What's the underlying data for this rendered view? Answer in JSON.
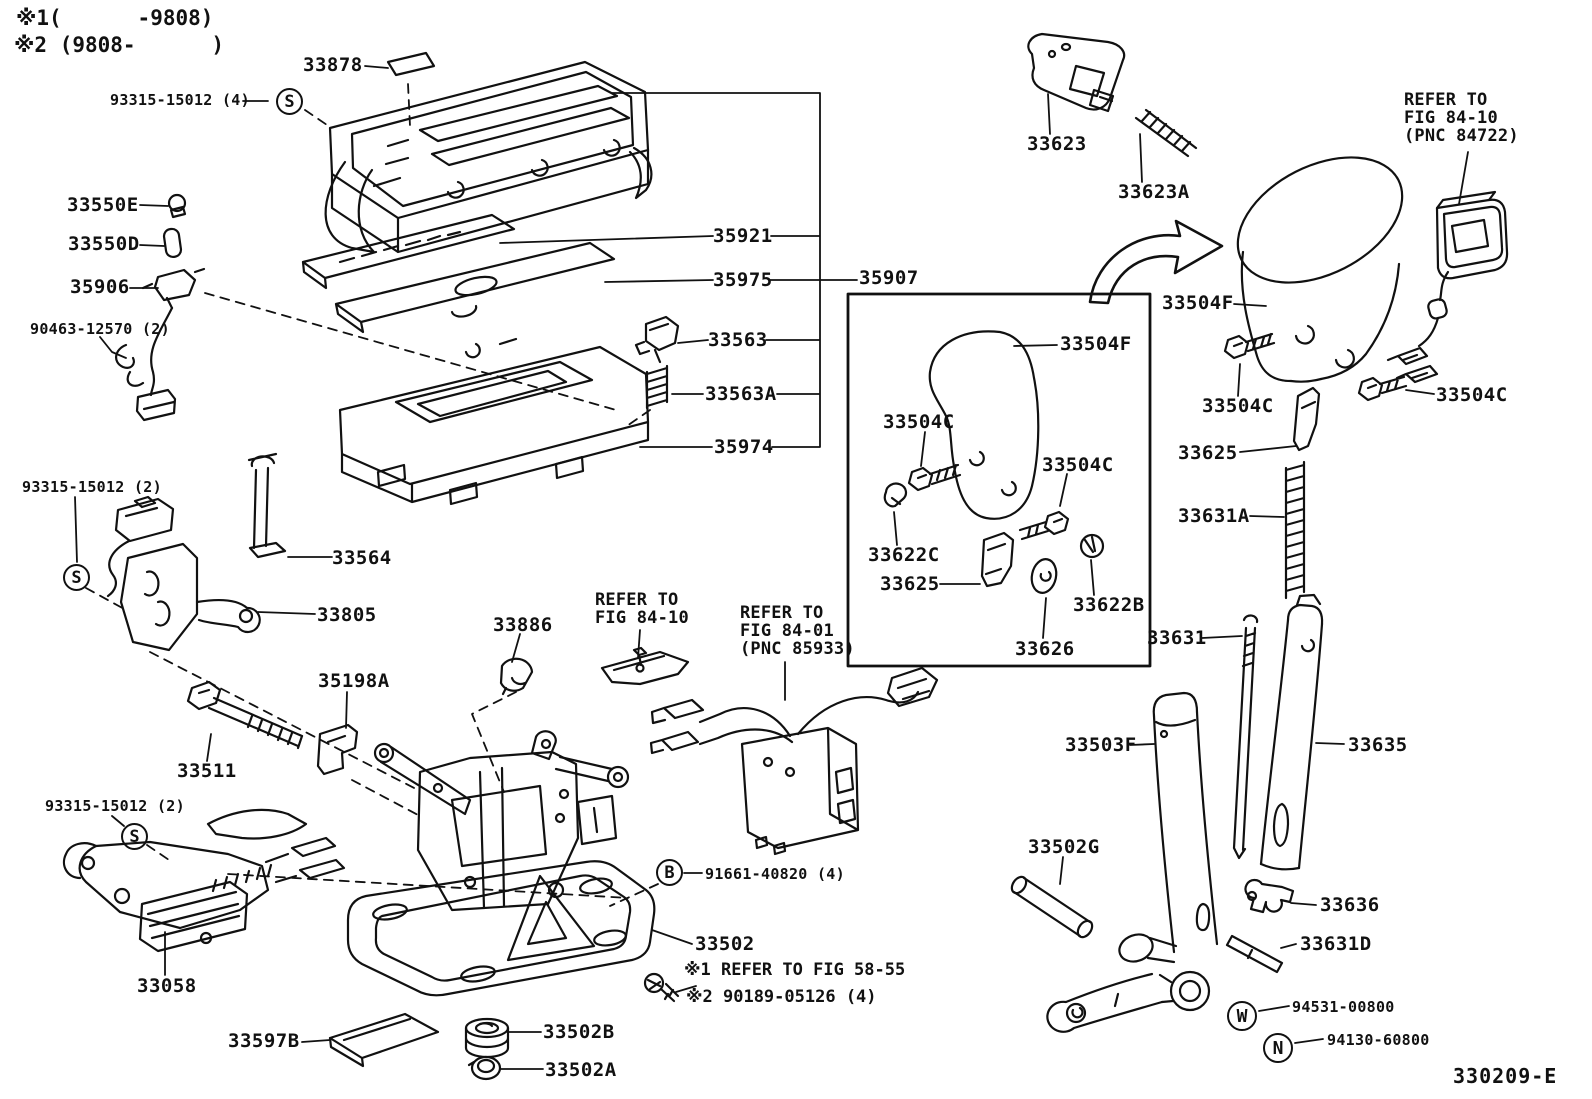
{
  "diagram_code": "330209-E",
  "notes": {
    "top1": "※1(      -9808)",
    "top2": "※2 (9808-      )",
    "fig5855": "※1 REFER TO FIG 58-55",
    "f90189": "※2 90189-05126 (4)"
  },
  "refs": {
    "fig8410_center": "REFER TO\nFIG 84-10",
    "fig8401": "REFER TO\nFIG 84-01\n (PNC 85933)",
    "fig8410_right": "REFER TO\nFIG 84-10\n (PNC 84722)"
  },
  "symbols": {
    "s": "S",
    "b": "B",
    "w": "W",
    "n": "N"
  },
  "labels": {
    "c33878": "33878",
    "c93315_4": "93315-15012 (4)",
    "c33550E": "33550E",
    "c33550D": "33550D",
    "c35906": "35906",
    "c90463": "90463-12570 (2)",
    "c35921": "35921",
    "c35975": "35975",
    "c35907": "35907",
    "c33563": "33563",
    "c33563A": "33563A",
    "c35974": "35974",
    "c93315_2": "93315-15012 (2)",
    "c33564": "33564",
    "c33805": "33805",
    "c35198A": "35198A",
    "c33886": "33886",
    "c33511": "33511",
    "c33058": "33058",
    "c33597B": "33597B",
    "c33502B": "33502B",
    "c33502A": "33502A",
    "c91661": "91661-40820 (4)",
    "c33502": "33502",
    "c33623": "33623",
    "c33623A": "33623A",
    "c33504F": "33504F",
    "c33504C": "33504C",
    "c33625": "33625",
    "c33631A": "33631A",
    "c33631": "33631",
    "c33622C": "33622C",
    "c33626": "33626",
    "c33622B": "33622B",
    "c33503F": "33503F",
    "c33502G": "33502G",
    "c33635": "33635",
    "c33636": "33636",
    "c33631D": "33631D",
    "c94531": "94531-00800",
    "c94130": "94130-60800"
  },
  "colors": {
    "line": "#111111",
    "background": "#ffffff"
  }
}
